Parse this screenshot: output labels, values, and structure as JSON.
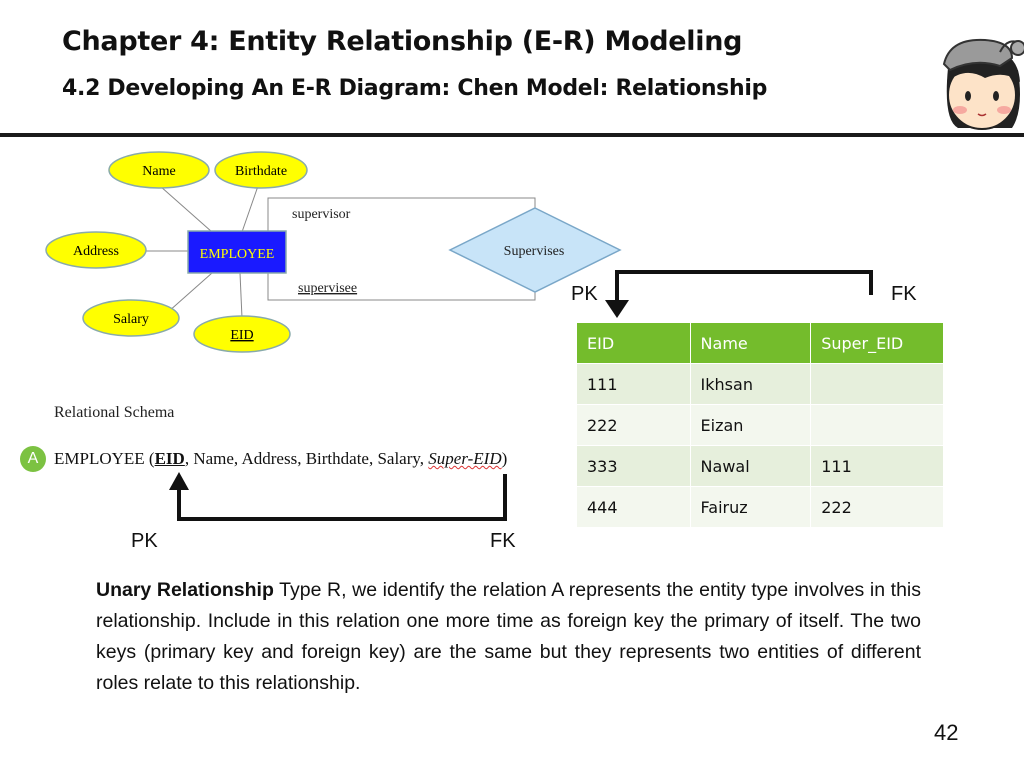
{
  "slide": {
    "title": "Chapter 4: Entity Relationship (E-R) Modeling",
    "subtitle": "4.2 Developing An E-R Diagram: Chen Model: Relationship",
    "page_number": "42"
  },
  "er_diagram": {
    "entity": "EMPLOYEE",
    "attributes": {
      "name": "Name",
      "birthdate": "Birthdate",
      "address": "Address",
      "salary": "Salary",
      "eid": "EID"
    },
    "relationship": "Supervises",
    "roles": {
      "supervisor": "supervisor",
      "supervisee": "supervisee"
    },
    "colors": {
      "attribute_fill": "#ffff00",
      "entity_fill": "#1a1aff",
      "relationship_fill": "#c8e4f8"
    }
  },
  "schema": {
    "title": "Relational Schema",
    "badge": "A",
    "relation_name": "EMPLOYEE",
    "open": " (",
    "key": "EID",
    "middle": ", Name, Address, Birthdate, Salary, ",
    "foreign_key": "Super-EID",
    "close": ")",
    "pk_label": "PK",
    "fk_label": "FK"
  },
  "table": {
    "pk_label": "PK",
    "fk_label": "FK",
    "headers": [
      "EID",
      "Name",
      "Super_EID"
    ],
    "rows": [
      [
        "111",
        "Ikhsan",
        ""
      ],
      [
        "222",
        "Eizan",
        ""
      ],
      [
        "333",
        "Nawal",
        "111"
      ],
      [
        "444",
        "Fairuz",
        "222"
      ]
    ],
    "colors": {
      "header": "#74bc2c",
      "row_odd": "#e6efdc",
      "row_even": "#f3f7ee"
    }
  },
  "paragraph": {
    "bold": "Unary Relationship",
    "text": " Type R, we identify the relation A represents the entity type involves in this relationship. Include in this relation one more time as foreign key the primary of itself. The two keys (primary key and foreign key) are the same but they represents two entities of different roles relate to this relationship."
  },
  "mascot": {
    "icon": "cartoon-girl-with-cap-icon"
  }
}
